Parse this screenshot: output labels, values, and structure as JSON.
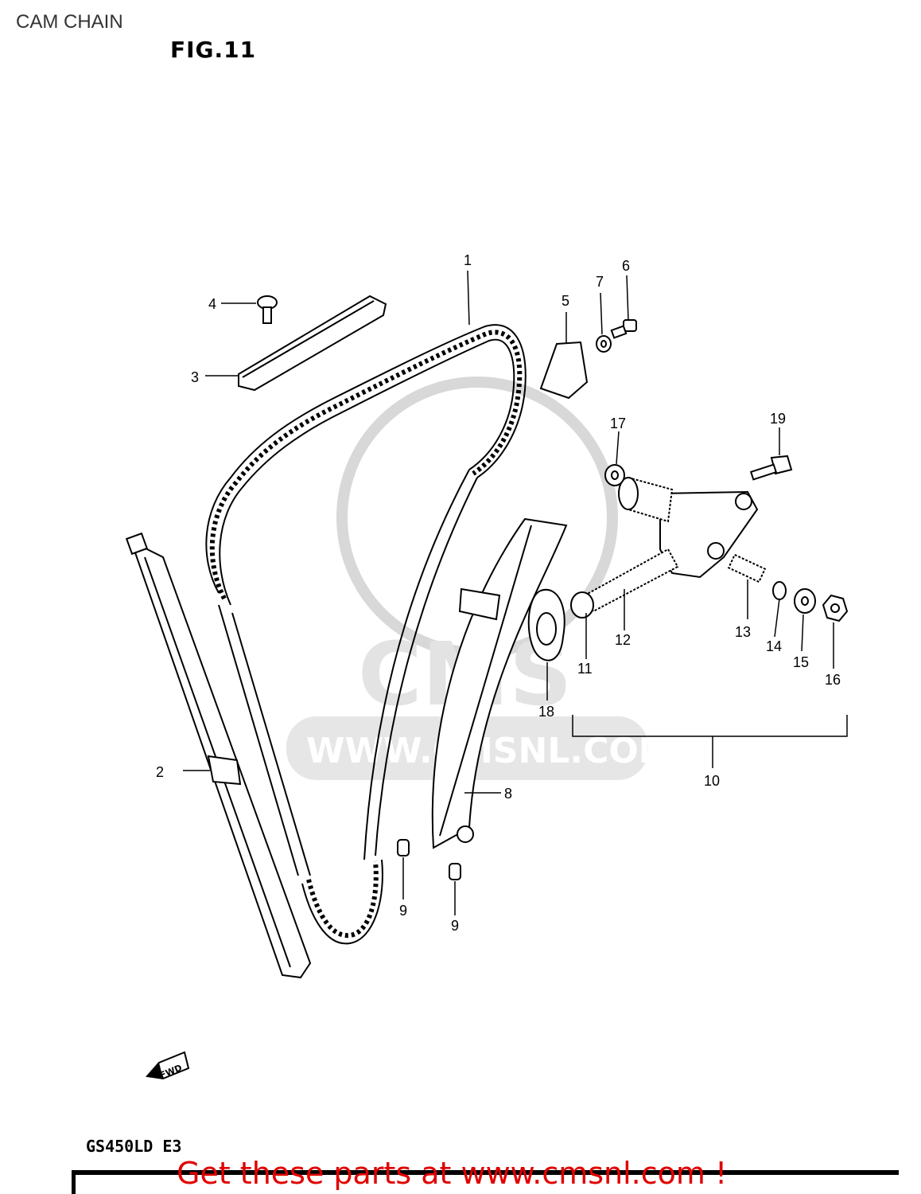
{
  "page": {
    "title": "CAM CHAIN",
    "figure_label": "FIG.11",
    "model_code": "GS450LD  E3",
    "buy_link": "Get these parts at www.cmsnl.com !",
    "fwd_label": "FWD"
  },
  "watermark": {
    "url": "WWW.CMSNL.COM",
    "brand": "CMS"
  },
  "callouts": {
    "n1": "1",
    "n2": "2",
    "n3": "3",
    "n4": "4",
    "n5": "5",
    "n6": "6",
    "n7": "7",
    "n8": "8",
    "n9a": "9",
    "n9b": "9",
    "n10": "10",
    "n11": "11",
    "n12": "12",
    "n13": "13",
    "n14": "14",
    "n15": "15",
    "n16": "16",
    "n17": "17",
    "n18": "18",
    "n19": "19"
  },
  "colors": {
    "line": "#000000",
    "link": "#e00000",
    "watermark": "#dcdcdc"
  }
}
